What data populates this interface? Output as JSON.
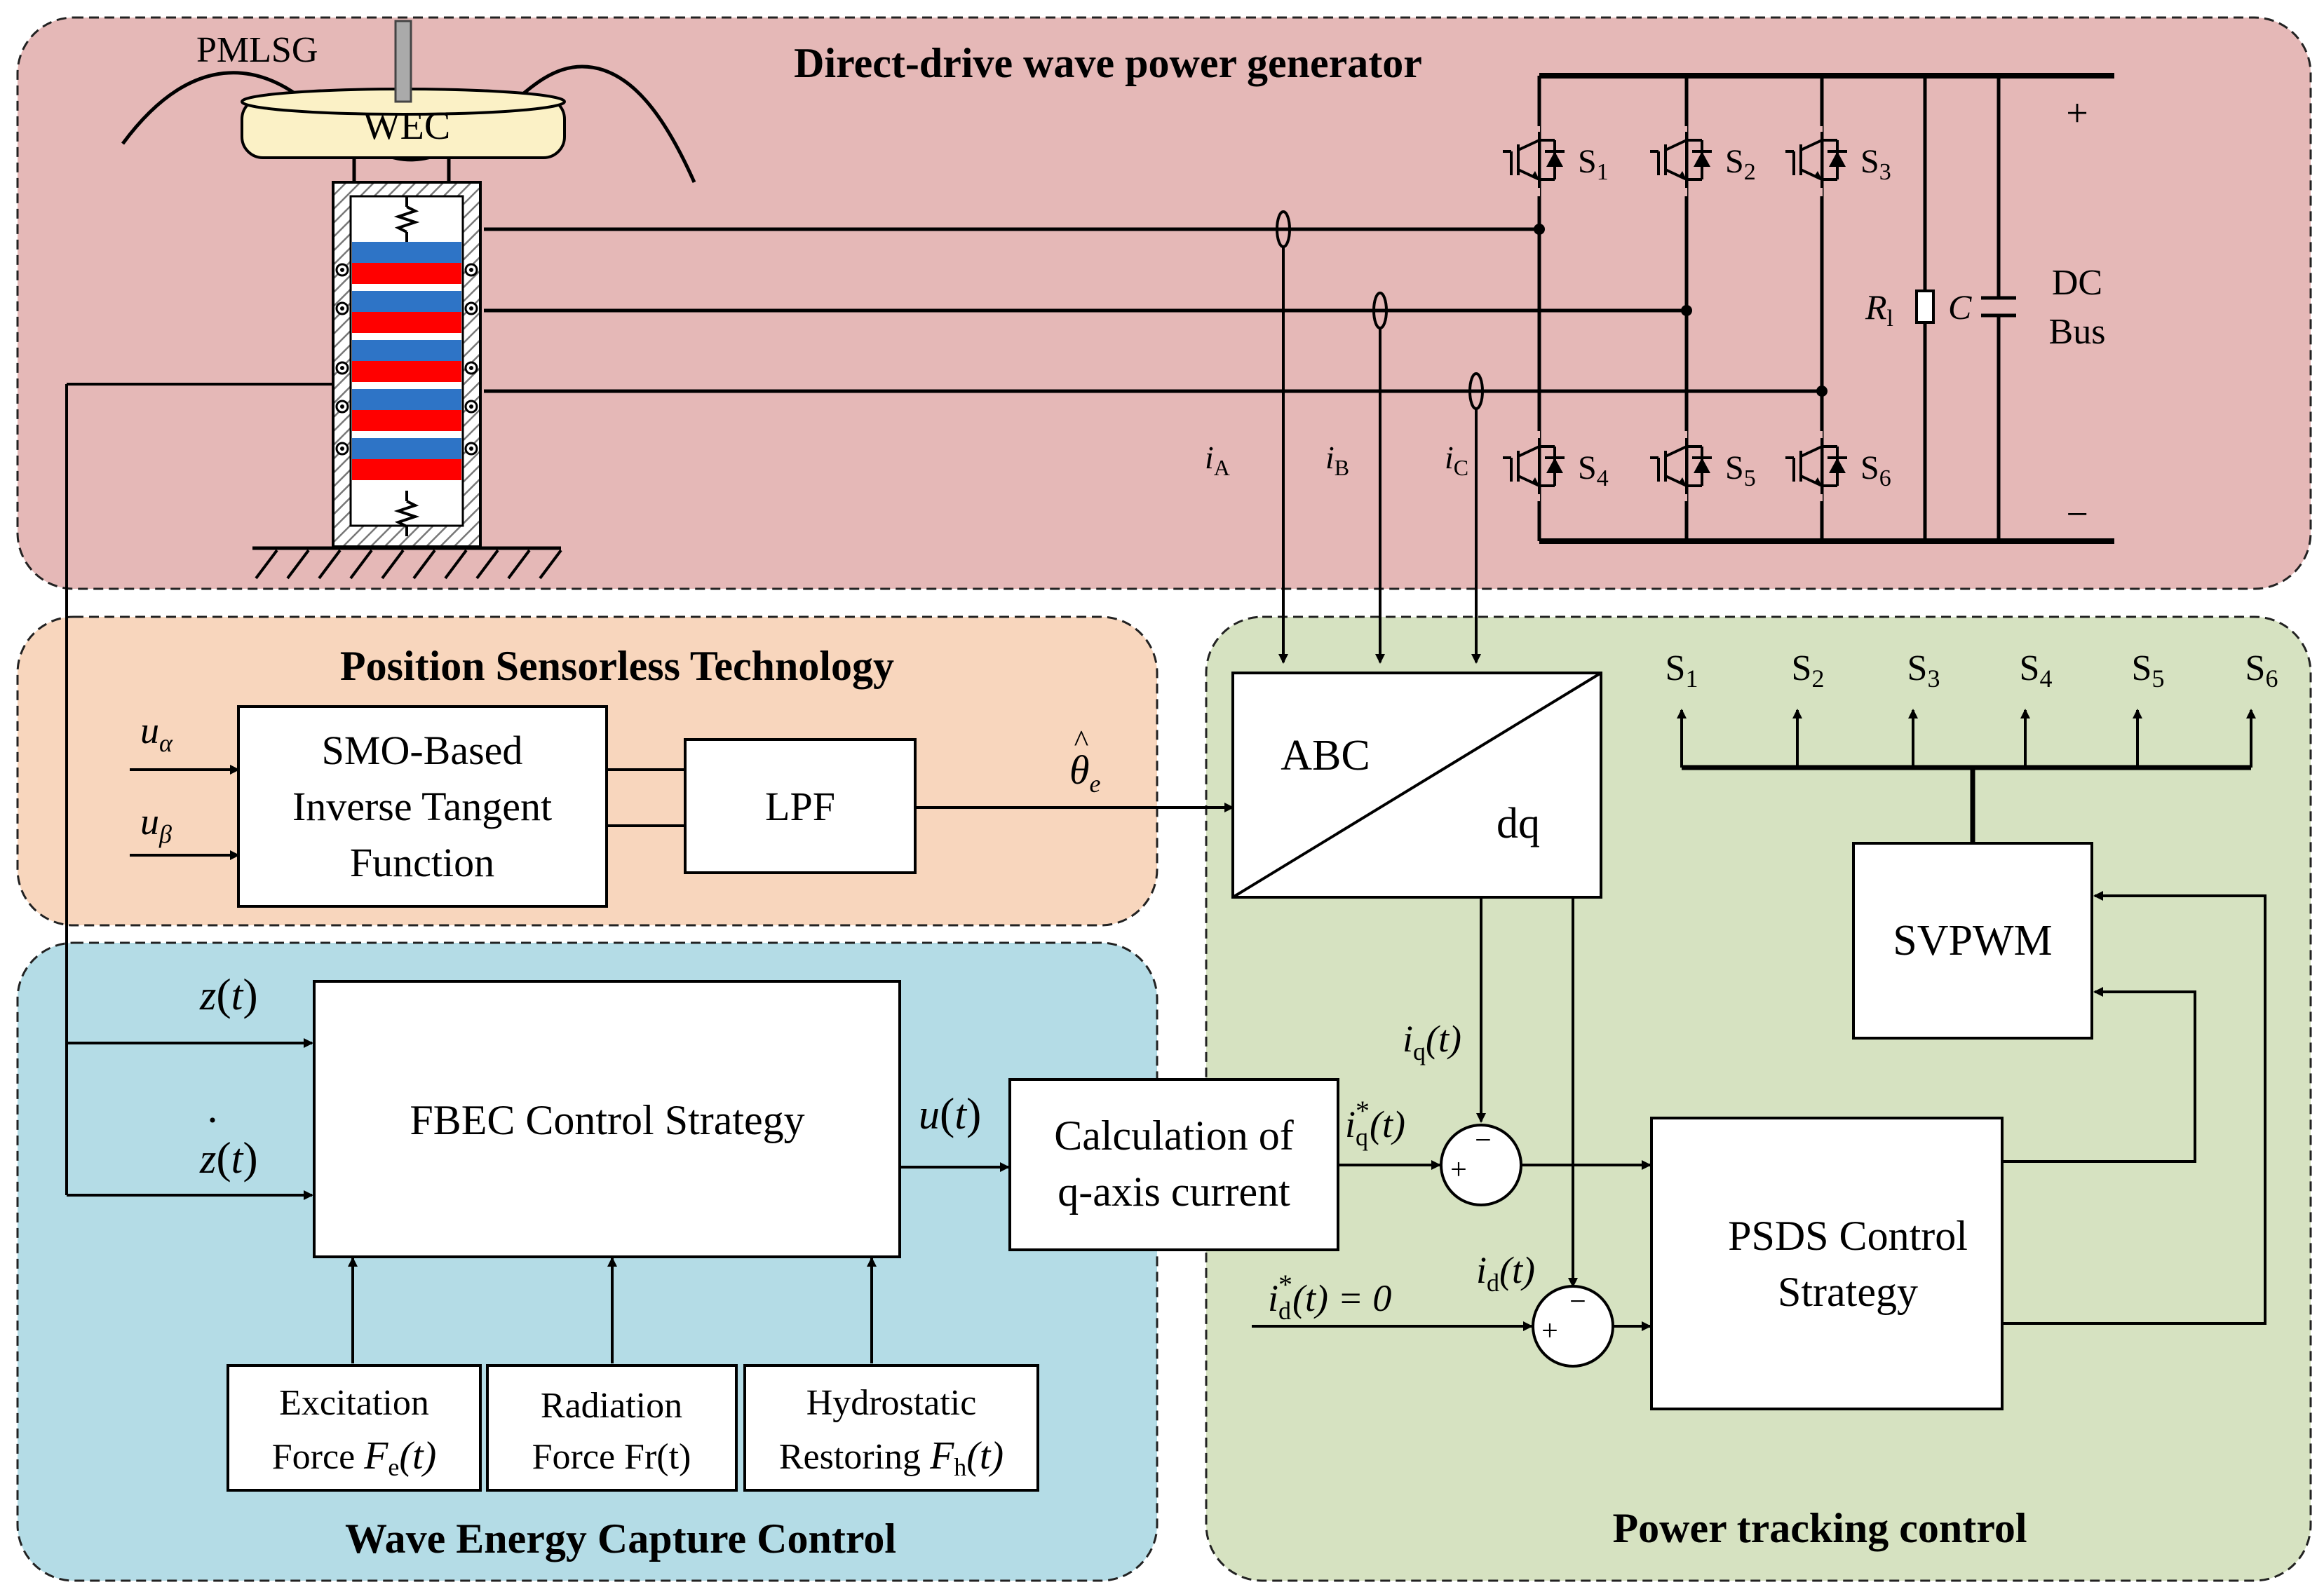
{
  "regions": {
    "generator": "Direct-drive wave power generator",
    "sensorless": "Position Sensorless Technology",
    "capture": "Wave Energy Capture Control",
    "tracking": "Power tracking control"
  },
  "colors": {
    "generator_bg": "#e5b8b7",
    "sensorless_bg": "#f8d6bd",
    "capture_bg": "#b4dce6",
    "tracking_bg": "#d6e2c1",
    "magnet_red": "#ff0000",
    "magnet_blue": "#2e74c6",
    "buoy_fill": "#fbf1c6"
  },
  "generator": {
    "pmlsg": "PMLSG",
    "wec": "WEC",
    "plus": "+",
    "minus": "−",
    "r_label": "R",
    "r_sub": "l",
    "c_label": "C",
    "dc1": "DC",
    "dc2": "Bus",
    "switches": [
      {
        "main": "S",
        "sub": "1"
      },
      {
        "main": "S",
        "sub": "2"
      },
      {
        "main": "S",
        "sub": "3"
      },
      {
        "main": "S",
        "sub": "4"
      },
      {
        "main": "S",
        "sub": "5"
      },
      {
        "main": "S",
        "sub": "6"
      }
    ],
    "currents": [
      {
        "main": "i",
        "sub": "A"
      },
      {
        "main": "i",
        "sub": "B"
      },
      {
        "main": "i",
        "sub": "C"
      }
    ]
  },
  "sensorless": {
    "u_alpha": {
      "main": "u",
      "sub": "α"
    },
    "u_beta": {
      "main": "u",
      "sub": "β"
    },
    "smo_lines": [
      "SMO-Based",
      "Inverse Tangent",
      "Function"
    ],
    "lpf": "LPF",
    "theta": {
      "main": "θ",
      "hat": "^",
      "sub": "e"
    }
  },
  "capture": {
    "z": {
      "main": "z",
      "open": "(",
      "arg": "t",
      "close": ")"
    },
    "zdot": {
      "main": "z",
      "dot": "·",
      "open": "(",
      "arg": "t",
      "close": ")"
    },
    "fbec": "FBEC Control Strategy",
    "u": {
      "main": "u",
      "open": "(",
      "arg": "t",
      "close": ")"
    },
    "calc_lines": [
      "Calculation of",
      "q-axis current"
    ],
    "forces": [
      {
        "line1": "Excitation",
        "line2_text": "Force ",
        "sym": "F",
        "sub": "e",
        "arg": "(t)"
      },
      {
        "line1": "Radiation",
        "line2_text": "Force Fr(t)",
        "sym": "",
        "sub": "",
        "arg": ""
      },
      {
        "line1": "Hydrostatic",
        "line2_text": "Restoring ",
        "sym": "F",
        "sub": "h",
        "arg": "(t)"
      }
    ]
  },
  "tracking": {
    "abc": "ABC",
    "dq": "dq",
    "svpwm": "SVPWM",
    "psds_lines": [
      "PSDS Control",
      "Strategy"
    ],
    "iq": {
      "main": "i",
      "sub": "q",
      "arg": "(t)"
    },
    "iq_ref": {
      "main": "i",
      "sub": "q",
      "star": "*",
      "arg": "(t)"
    },
    "id": {
      "main": "i",
      "sub": "d",
      "arg": "(t)"
    },
    "id_ref": {
      "main": "i",
      "sub": "d",
      "star": "*",
      "arg": "(t) = 0"
    },
    "plus": "+",
    "minus": "−",
    "outputs": [
      {
        "main": "S",
        "sub": "1"
      },
      {
        "main": "S",
        "sub": "2"
      },
      {
        "main": "S",
        "sub": "3"
      },
      {
        "main": "S",
        "sub": "4"
      },
      {
        "main": "S",
        "sub": "5"
      },
      {
        "main": "S",
        "sub": "6"
      }
    ]
  }
}
